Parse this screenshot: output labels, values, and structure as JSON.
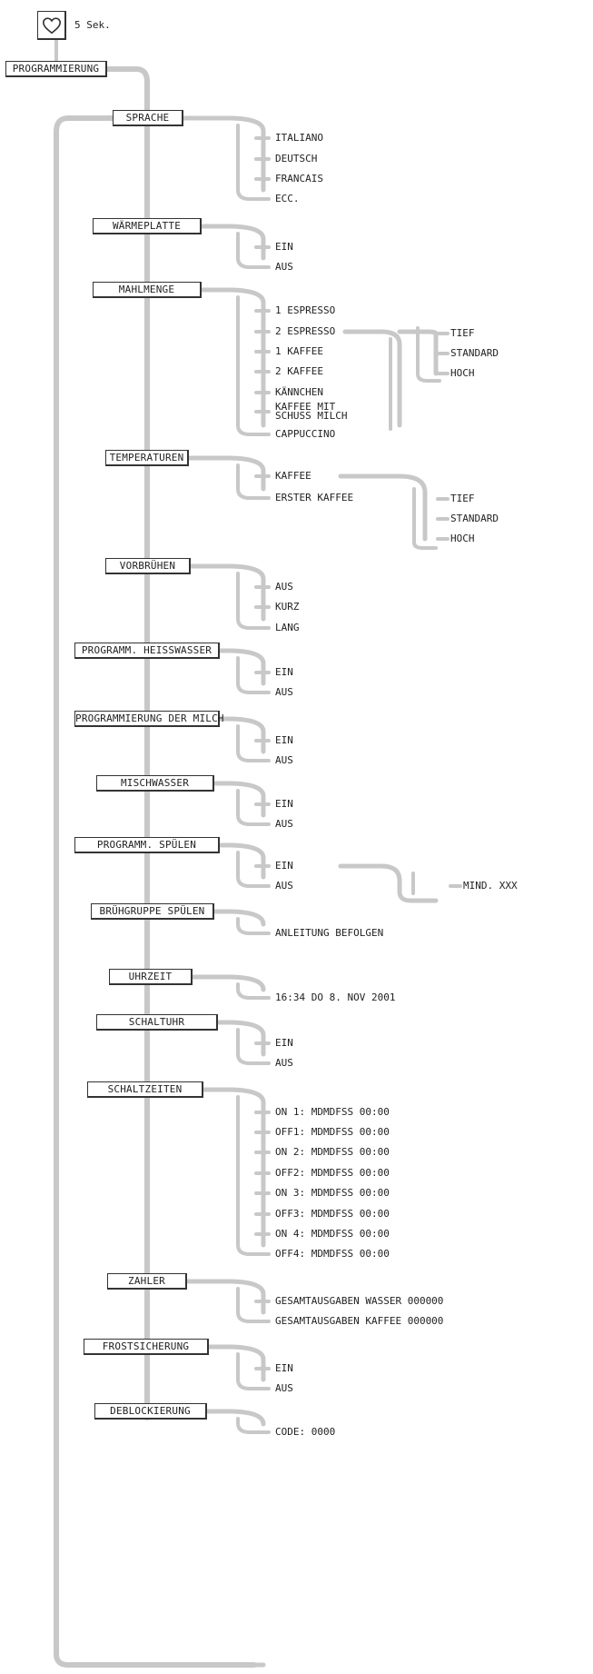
{
  "start": {
    "icon": "heart-icon",
    "duration_label": "5 Sek."
  },
  "root": {
    "label": "PROGRAMMIERUNG"
  },
  "menus": [
    {
      "label": "SPRACHE",
      "options": [
        "ITALIANO",
        "DEUTSCH",
        "FRANCAIS",
        "ECC."
      ]
    },
    {
      "label": "WÄRMEPLATTE",
      "options": [
        "EIN",
        "AUS"
      ]
    },
    {
      "label": "MAHLMENGE",
      "options": [
        "1 ESPRESSO",
        "2 ESPRESSO",
        "1 KAFFEE",
        "2 KAFFEE",
        "KÄNNCHEN",
        "KAFFEE MIT\nSCHUSS MILCH",
        "CAPPUCCINO"
      ],
      "sub_options": [
        "TIEF",
        "STANDARD",
        "HOCH"
      ]
    },
    {
      "label": "TEMPERATUREN",
      "options": [
        "KAFFEE",
        "ERSTER KAFFEE"
      ],
      "sub_options": [
        "TIEF",
        "STANDARD",
        "HOCH"
      ]
    },
    {
      "label": "VORBRÜHEN",
      "options": [
        "AUS",
        "KURZ",
        "LANG"
      ]
    },
    {
      "label": "PROGRAMM. HEISSWASSER",
      "options": [
        "EIN",
        "AUS"
      ]
    },
    {
      "label": "PROGRAMMIERUNG DER MILCH",
      "options": [
        "EIN",
        "AUS"
      ]
    },
    {
      "label": "MISCHWASSER",
      "options": [
        "EIN",
        "AUS"
      ]
    },
    {
      "label": "PROGRAMM. SPÜLEN",
      "options": [
        "EIN",
        "AUS"
      ],
      "sub_options": [
        "MIND. XXX"
      ]
    },
    {
      "label": "BRÜHGRUPPE SPÜLEN",
      "options": [
        "ANLEITUNG BEFOLGEN"
      ]
    },
    {
      "label": "UHRZEIT",
      "options": [
        "16:34 DO  8. NOV 2001"
      ]
    },
    {
      "label": "SCHALTUHR",
      "options": [
        "EIN",
        "AUS"
      ]
    },
    {
      "label": "SCHALTZEITEN",
      "options": [
        "ON 1: MDMDFSS  00:00",
        "OFF1: MDMDFSS  00:00",
        "ON 2: MDMDFSS  00:00",
        "OFF2: MDMDFSS  00:00",
        "ON 3: MDMDFSS  00:00",
        "OFF3: MDMDFSS  00:00",
        "ON 4: MDMDFSS  00:00",
        "OFF4: MDMDFSS  00:00"
      ]
    },
    {
      "label": "ZAHLER",
      "options": [
        "GESAMTAUSGABEN WASSER  000000",
        "GESAMTAUSGABEN KAFFEE  000000"
      ]
    },
    {
      "label": "FROSTSICHERUNG",
      "options": [
        "EIN",
        "AUS"
      ]
    },
    {
      "label": "DEBLOCKIERUNG",
      "options": [
        "CODE: 0000"
      ]
    }
  ],
  "colors": {
    "connector": "#c8c8c8",
    "border": "#333333",
    "text": "#222222"
  }
}
